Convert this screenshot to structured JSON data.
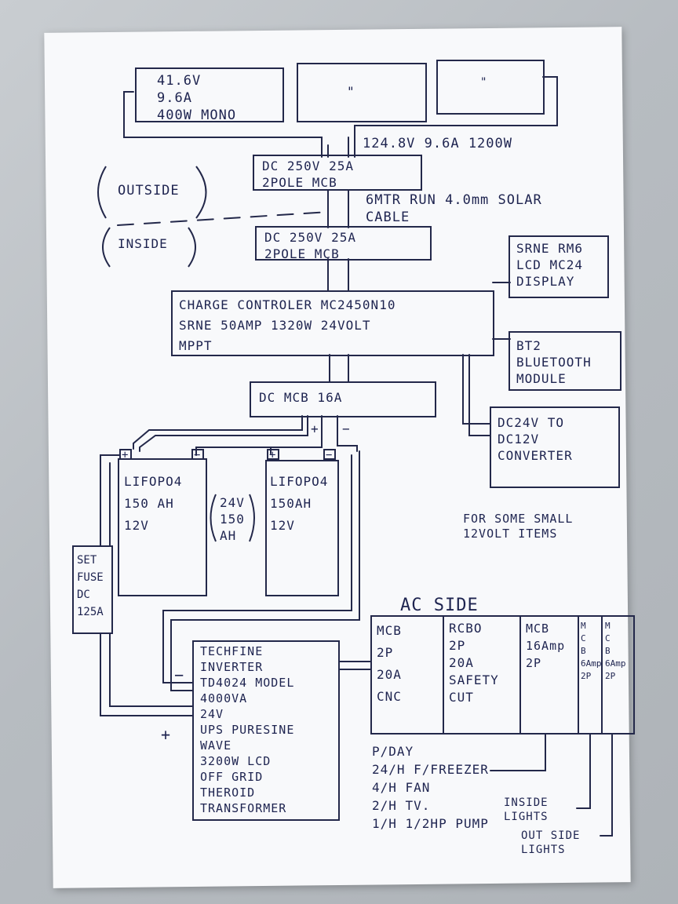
{
  "panels": {
    "panel1": "41.6V\n9.6A\n400W MONO",
    "panel2": "\"",
    "panel3": "\""
  },
  "array_label": "124.8V 9.6A 1200W",
  "mcb_outside": "DC 250V 25A\n2POLE MCB",
  "outside_label": "OUTSIDE",
  "inside_label": "INSIDE",
  "cable_label": "6MTR RUN 4.0mm SOLAR\nCABLE",
  "mcb_inside": "DC 250V 25A\n2POLE MCB",
  "display_module": "SRNE RM6\nLCD MC24\nDISPLAY",
  "charge_controller": "CHARGE CONTROLER MC2450N10\nSRNE 50AMP 1320W 24VOLT\nMPPT",
  "bt_module": "BT2\nBLUETOOTH\nMODULE",
  "dc_mcb_16a": "DC MCB 16A",
  "converter": "DC24V TO\nDC12V\nCONVERTER",
  "converter_note": "FOR SOME SMALL\n12VOLT ITEMS",
  "battery1": {
    "plus": "+",
    "minus": "−",
    "text": "LIFOPO4\n150 AH\n12V"
  },
  "battery2": {
    "plus": "+",
    "minus": "−",
    "text": "LIFOPO4\n150AH\n12V"
  },
  "bank_label": "24V\n150\nAH",
  "fuse": "SET\nFUSE\nDC\n125A",
  "mcb_plus": "+",
  "mcb_minus": "−",
  "inverter_plus": "+",
  "inverter_minus": "−",
  "inverter": "TECHFINE\n  INVERTER\nTD4024 MODEL\n4000VA\n  24V\nUPS PURESINE\n  WAVE\n3200W LCD\nOFF GRID\nTHEROID\n  TRANSFORMER",
  "ac_side": {
    "title": "AC SIDE",
    "columns": [
      "MCB\n2P\n20A\nCNC",
      "RCBO\n2P\n20A\nSAFETY\nCUT",
      "MCB\n16Amp\n2P",
      "M\nC\nB\n6Amp\n2P",
      "M\nC\nB\n6Amp\n2P"
    ]
  },
  "loads": "P/DAY\n24/H F/FREEZER\n4/H FAN\n2/H TV.\n1/H 1/2HP PUMP",
  "inside_lights": "INSIDE\nLIGHTS",
  "outside_lights": "OUT SIDE\nLIGHTS",
  "colors": {
    "ink": "#1e2450",
    "paper": "#f8f9fb"
  }
}
